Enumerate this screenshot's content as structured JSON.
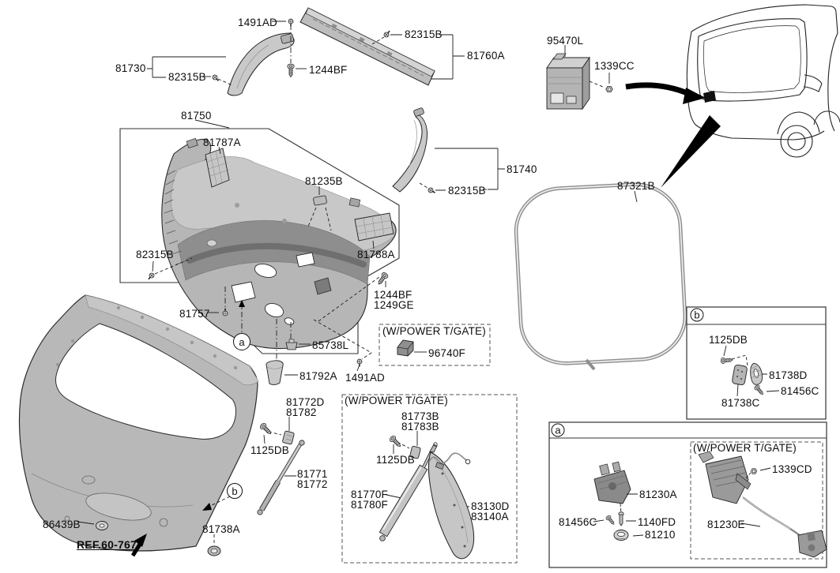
{
  "document": {
    "type": "parts-catalog-exploded-diagram",
    "subject": "Tail gate trim / lift gate hardware diagram"
  },
  "colors": {
    "background": "#ffffff",
    "line": "#1c1c1c",
    "part_light": "#cccccc",
    "part_mid": "#b0b0b0",
    "part_dark": "#8a8a8a"
  },
  "labels": [
    {
      "id": "ad1491_top",
      "lines": [
        "1491AD"
      ]
    },
    {
      "id": "b82315_sill",
      "lines": [
        "82315B"
      ]
    },
    {
      "id": "a81760",
      "lines": [
        "81760A"
      ]
    },
    {
      "id": "a81730",
      "lines": [
        "81730"
      ]
    },
    {
      "id": "b82315_tl",
      "lines": [
        "82315B"
      ]
    },
    {
      "id": "bf1244_top",
      "lines": [
        "1244BF"
      ]
    },
    {
      "id": "a81750",
      "lines": [
        "81750"
      ]
    },
    {
      "id": "a81787",
      "lines": [
        "81787A"
      ]
    },
    {
      "id": "b81235",
      "lines": [
        "81235B"
      ]
    },
    {
      "id": "a81740",
      "lines": [
        "81740"
      ]
    },
    {
      "id": "b82315_r",
      "lines": [
        "82315B"
      ]
    },
    {
      "id": "b82315_l",
      "lines": [
        "82315B"
      ]
    },
    {
      "id": "a81788",
      "lines": [
        "81788A"
      ]
    },
    {
      "id": "bf1244_ge1249",
      "lines": [
        "1244BF",
        "1249GE"
      ]
    },
    {
      "id": "a81757",
      "lines": [
        "81757"
      ]
    },
    {
      "id": "l85738",
      "lines": [
        "85738L"
      ]
    },
    {
      "id": "a81792",
      "lines": [
        "81792A"
      ]
    },
    {
      "id": "ad1491_mid",
      "lines": [
        "1491AD"
      ]
    },
    {
      "id": "wpt_mid",
      "lines": [
        "(W/POWER T/GATE)"
      ]
    },
    {
      "id": "f96740",
      "lines": [
        "96740F"
      ]
    },
    {
      "id": "b87321",
      "lines": [
        "87321B"
      ]
    },
    {
      "id": "l95470",
      "lines": [
        "95470L"
      ]
    },
    {
      "id": "cc1339",
      "lines": [
        "1339CC"
      ]
    },
    {
      "id": "d81772_81782",
      "lines": [
        "81772D",
        "81782"
      ]
    },
    {
      "id": "db1125_l",
      "lines": [
        "1125DB"
      ]
    },
    {
      "id": "l81771_72",
      "lines": [
        "81771",
        "81772"
      ]
    },
    {
      "id": "wpt_bot",
      "lines": [
        "(W/POWER T/GATE)"
      ]
    },
    {
      "id": "b81773_83",
      "lines": [
        "81773B",
        "81783B"
      ]
    },
    {
      "id": "db1125_m",
      "lines": [
        "1125DB"
      ]
    },
    {
      "id": "f81770_80",
      "lines": [
        "81770F",
        "81780F"
      ]
    },
    {
      "id": "d83130_40",
      "lines": [
        "83130D",
        "83140A"
      ]
    },
    {
      "id": "b86439",
      "lines": [
        "86439B"
      ]
    },
    {
      "id": "ref60767",
      "lines": [
        "REF.60-767"
      ]
    },
    {
      "id": "a81738",
      "lines": [
        "81738A"
      ]
    },
    {
      "id": "db1125_b",
      "lines": [
        "1125DB"
      ]
    },
    {
      "id": "d81738",
      "lines": [
        "81738D"
      ]
    },
    {
      "id": "c81456_b",
      "lines": [
        "81456C"
      ]
    },
    {
      "id": "c81738",
      "lines": [
        "81738C"
      ]
    },
    {
      "id": "a81230",
      "lines": [
        "81230A"
      ]
    },
    {
      "id": "c81456_a",
      "lines": [
        "81456C"
      ]
    },
    {
      "id": "fd1140",
      "lines": [
        "1140FD"
      ]
    },
    {
      "id": "l81210",
      "lines": [
        "81210"
      ]
    },
    {
      "id": "wpt_a",
      "lines": [
        "(W/POWER T/GATE)"
      ]
    },
    {
      "id": "cd1339",
      "lines": [
        "1339CD"
      ]
    },
    {
      "id": "e81230",
      "lines": [
        "81230E"
      ]
    }
  ],
  "callouts": [
    {
      "id": "main_a",
      "letter": "a"
    },
    {
      "id": "main_b",
      "letter": "b"
    },
    {
      "id": "hdr_b",
      "letter": "b"
    },
    {
      "id": "hdr_a",
      "letter": "a"
    }
  ]
}
